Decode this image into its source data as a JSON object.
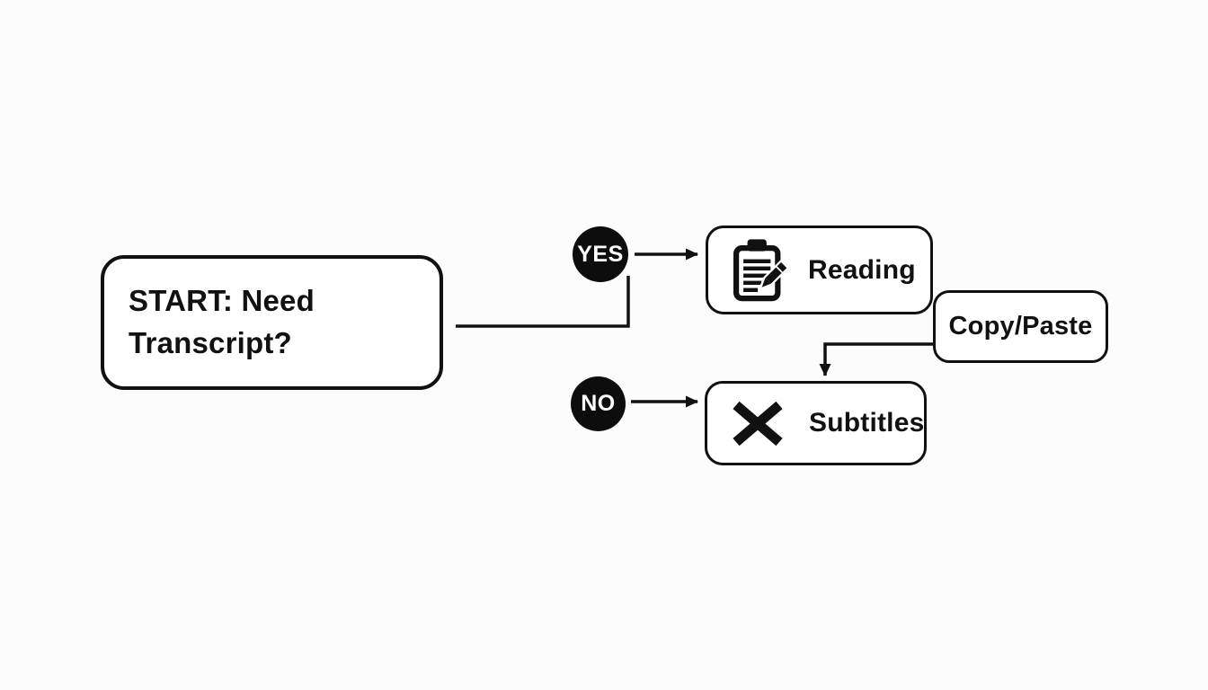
{
  "diagram": {
    "nodes": {
      "start": {
        "label": "START: Need Transcript?"
      },
      "reading": {
        "label": "Reading",
        "icon": "clipboard-pencil-icon"
      },
      "subtitles": {
        "label": "Subtitles",
        "icon": "x-mark-icon"
      },
      "copy_paste": {
        "label": "Copy/Paste"
      }
    },
    "badges": {
      "yes": {
        "label": "YES"
      },
      "no": {
        "label": "NO"
      }
    },
    "edges": [
      {
        "from": "start",
        "to": "yes-badge",
        "type": "elbow-line"
      },
      {
        "from": "yes-badge",
        "to": "reading",
        "type": "arrow"
      },
      {
        "from": "no-badge",
        "to": "subtitles",
        "type": "arrow"
      },
      {
        "from": "copy_paste",
        "to": "subtitles",
        "type": "elbow-arrow"
      }
    ],
    "colors": {
      "background": "#fcfcfc",
      "node_fill": "#ffffff",
      "stroke": "#111111",
      "badge_fill": "#0d0d0d",
      "badge_text": "#ffffff"
    }
  }
}
